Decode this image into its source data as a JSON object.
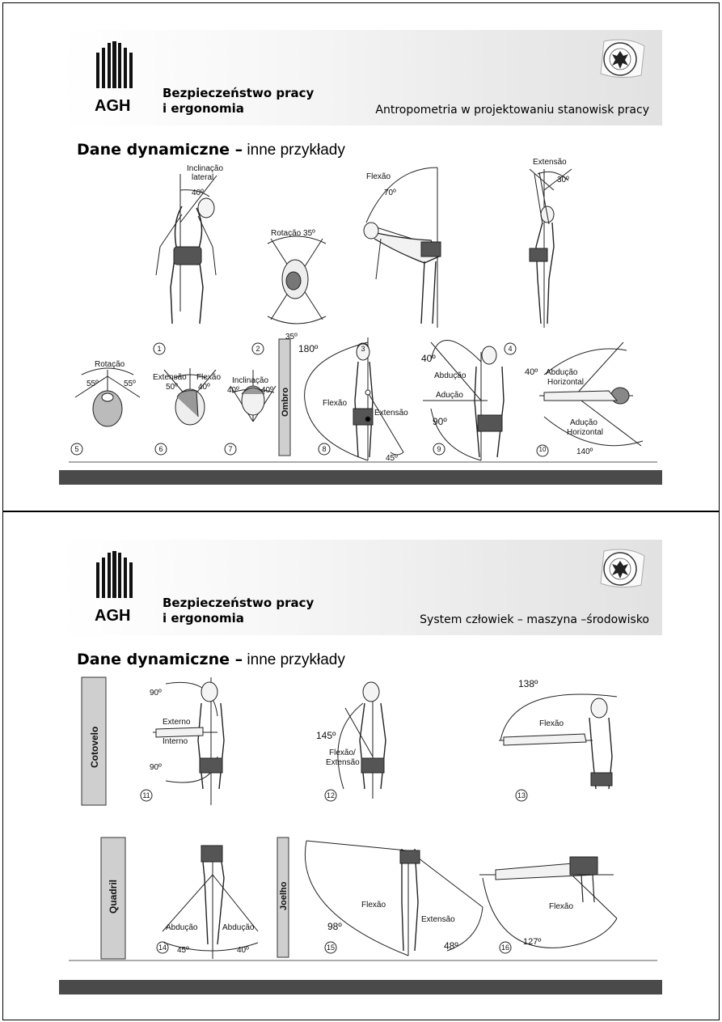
{
  "slides": [
    {
      "course_line1": "Bezpieczeństwo pracy",
      "course_line2": "i ergonomia",
      "agh": "AGH",
      "subtitle": "Antropometria w projektowaniu stanowisk pracy",
      "title_bold": "Dane dynamiczne –",
      "title_rest": " inne przykłady",
      "labels": {
        "inclinacao_lateral_1": "Inclinação",
        "inclinacao_lateral_2": "lateral",
        "deg40a": "40º",
        "rotacao35": "Rotação 35º",
        "deg35": "35º",
        "flexao": "Flexão",
        "deg70": "70º",
        "extensao": "Extensão",
        "deg30": "30º",
        "rotacao": "Rotação",
        "deg55a": "55º",
        "deg55b": "55º",
        "extensao6": "Extensão",
        "flexao6": "Flexão",
        "deg50": "50º",
        "deg40b": "40º",
        "inclinacao7": "Inclinação",
        "deg40c": "40º",
        "deg40d": "40º",
        "ombro": "Ombro",
        "deg180": "180º",
        "flexao8": "Flexão",
        "extensao8": "Extensão",
        "deg45": "45º",
        "deg40e": "40º",
        "abducao": "Abdução",
        "aducao": "Adução",
        "deg90": "90º",
        "deg40f": "40º",
        "abducao_h1": "Abdução",
        "abducao_h2": "Horizontal",
        "aducao_h1": "Adução",
        "aducao_h2": "Horizontal",
        "deg140": "140º"
      },
      "numbers": [
        "1",
        "2",
        "3",
        "4",
        "5",
        "6",
        "7",
        "8",
        "9",
        "10"
      ]
    },
    {
      "course_line1": "Bezpieczeństwo pracy",
      "course_line2": "i ergonomia",
      "agh": "AGH",
      "subtitle": "System człowiek – maszyna –środowisko",
      "title_bold": "Dane dynamiczne –",
      "title_rest": " inne przykłady",
      "labels": {
        "cotovelo": "Cotovelo",
        "deg90a": "90º",
        "externo": "Externo",
        "interno": "Interno",
        "deg90b": "90º",
        "deg145": "145º",
        "flexao_ext1": "Flexão/",
        "flexao_ext2": "Extensão",
        "deg138": "138º",
        "flexao13": "Flexão",
        "quadril": "Quadril",
        "abducao_a": "Abdução",
        "abducao_b": "Abdução",
        "deg45": "45º",
        "deg40": "40º",
        "joelho": "Joelho",
        "flexao15": "Flexão",
        "extensao15": "Extensão",
        "deg98": "98º",
        "deg48": "48º",
        "flexao16": "Flexão",
        "deg127": "127º"
      },
      "numbers": [
        "11",
        "12",
        "13",
        "14",
        "15",
        "16"
      ]
    }
  ]
}
